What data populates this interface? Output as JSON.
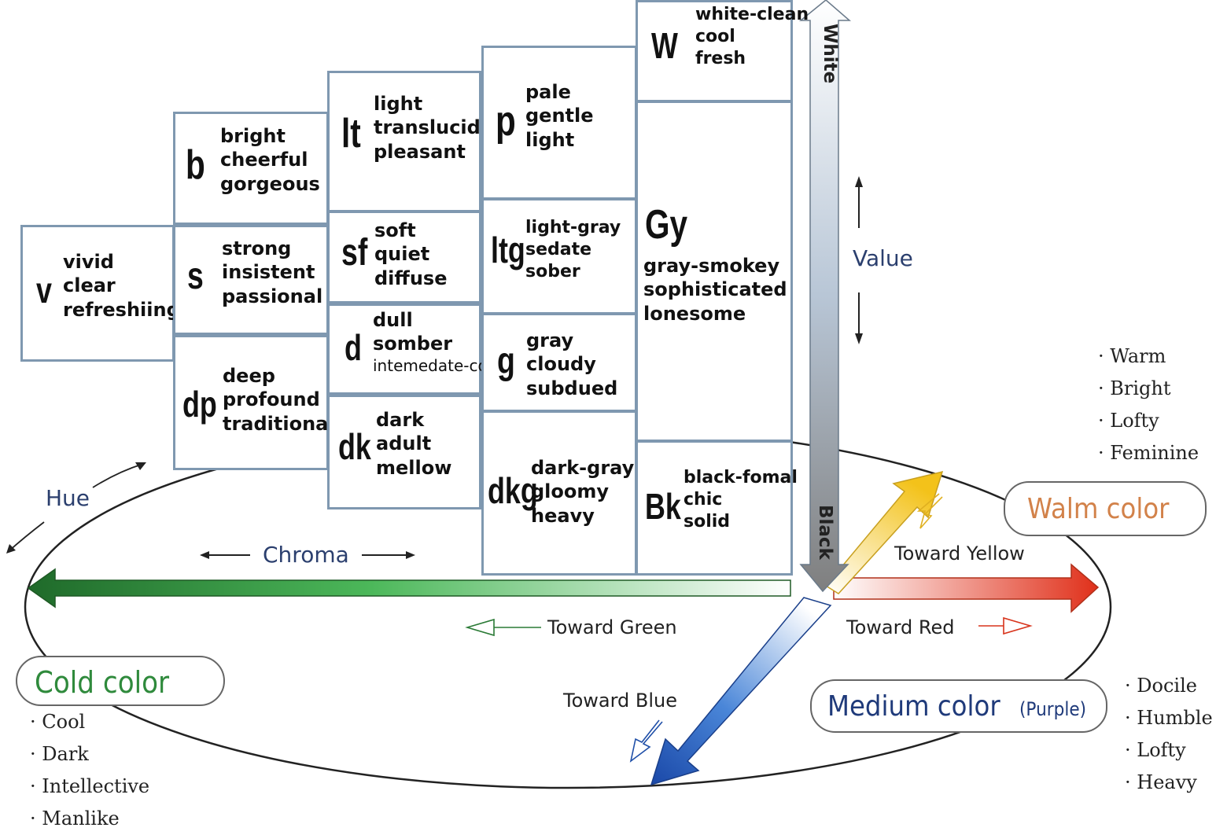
{
  "tones": [
    {
      "abbr": "v",
      "words": [
        "vivid",
        "clear",
        "refreshiing"
      ]
    },
    {
      "abbr": "b",
      "words": [
        "bright",
        "cheerful",
        "gorgeous"
      ]
    },
    {
      "abbr": "s",
      "words": [
        "strong",
        "insistent",
        "passional"
      ]
    },
    {
      "abbr": "dp",
      "words": [
        "deep",
        "profound",
        "traditional"
      ]
    },
    {
      "abbr": "lt",
      "words": [
        "light",
        "translucid",
        "pleasant"
      ]
    },
    {
      "abbr": "sf",
      "words": [
        "soft",
        "quiet",
        "diffuse"
      ]
    },
    {
      "abbr": "d",
      "words": [
        "dull",
        "somber",
        "intemedate-color"
      ]
    },
    {
      "abbr": "dk",
      "words": [
        "dark",
        "adult",
        "mellow"
      ]
    },
    {
      "abbr": "p",
      "words": [
        "pale",
        "gentle",
        "light"
      ]
    },
    {
      "abbr": "ltg",
      "words": [
        "light-gray",
        "sedate",
        "sober"
      ]
    },
    {
      "abbr": "g",
      "words": [
        "gray",
        "cloudy",
        "subdued"
      ]
    },
    {
      "abbr": "dkg",
      "words": [
        "dark-gray",
        "gloomy",
        "heavy"
      ]
    },
    {
      "abbr": "W",
      "words": [
        "white-clean",
        "cool",
        "fresh"
      ]
    },
    {
      "abbr": "Gy",
      "words": [
        "gray-smokey",
        "sophisticated",
        "lonesome"
      ]
    },
    {
      "abbr": "Bk",
      "words": [
        "black-fomal",
        "chic",
        "solid"
      ]
    }
  ],
  "axes": {
    "white": "White",
    "black": "Black",
    "value": "Value",
    "hue": "Hue",
    "chroma": "Chroma"
  },
  "directions": {
    "toward_yellow": "Toward Yellow",
    "toward_red": "Toward Red",
    "toward_green": "Toward Green",
    "toward_blue": "Toward Blue"
  },
  "groups": {
    "warm": {
      "title": "Walm color",
      "traits": [
        "Warm",
        "Bright",
        "Lofty",
        "Feminine"
      ]
    },
    "cold": {
      "title": "Cold color",
      "traits": [
        "Cool",
        "Dark",
        "Intellective",
        "Manlike"
      ]
    },
    "medium": {
      "title": "Medium color",
      "title_suffix": "(Purple)",
      "traits": [
        "Docile",
        "Humble",
        "Lofty",
        "Heavy"
      ]
    }
  },
  "colors": {
    "box_border": "#7f98b0",
    "label_blue": "#2b3f6e",
    "warm_title": "#d2824a",
    "cold_title": "#2f8a3c",
    "medium_title": "#1f3a7a",
    "green_arrow": "#2a7a35",
    "red_arrow": "#d8341c",
    "yellow_arrow": "#f2c020",
    "blue_arrow": "#1f4fa8"
  }
}
